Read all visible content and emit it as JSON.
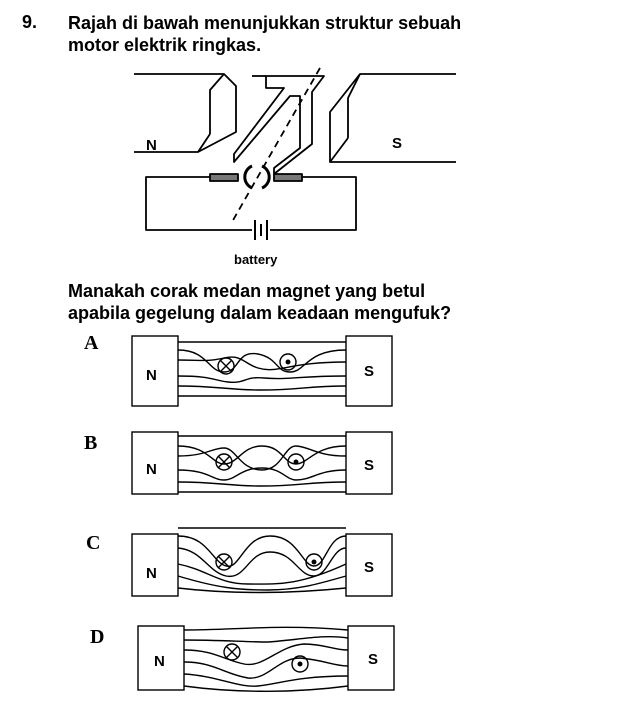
{
  "question": {
    "number": "9.",
    "text_line1": "Rajah di bawah menunjukkan struktur sebuah",
    "text_line2": "motor elektrik ringkas."
  },
  "diagram": {
    "north_label": "N",
    "south_label": "S",
    "battery_label": "battery"
  },
  "prompt": {
    "line1": "Manakah corak medan magnet yang betul",
    "line2": "apabila gegelung dalam keadaan mengufuk?"
  },
  "options": [
    {
      "letter": "A",
      "north": "N",
      "south": "S"
    },
    {
      "letter": "B",
      "north": "N",
      "south": "S"
    },
    {
      "letter": "C",
      "north": "N",
      "south": "S"
    },
    {
      "letter": "D",
      "north": "N",
      "south": "S"
    }
  ]
}
